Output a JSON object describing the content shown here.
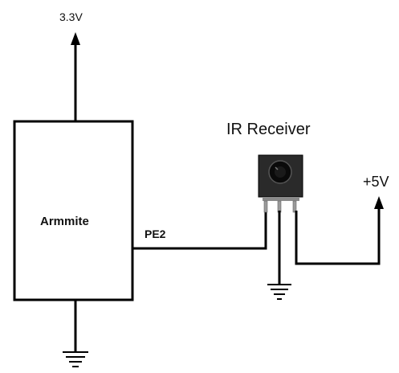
{
  "diagram": {
    "labels": {
      "supply_left": "3.3V",
      "module": "Armmite",
      "pin": "PE2",
      "receiver": "IR Receiver",
      "supply_right": "+5V"
    }
  }
}
